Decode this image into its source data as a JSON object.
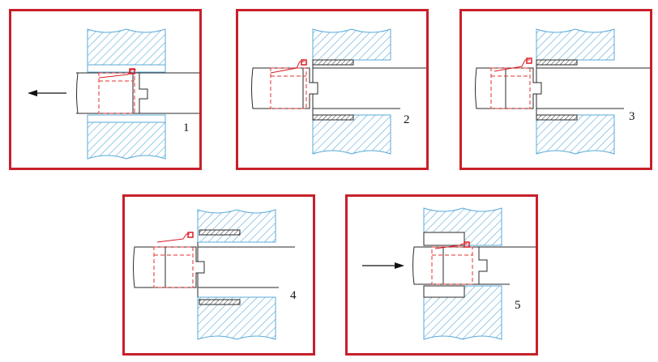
{
  "panels": [
    {
      "label": "1",
      "arrow": "left"
    },
    {
      "label": "2",
      "arrow": "none"
    },
    {
      "label": "3",
      "arrow": "none"
    },
    {
      "label": "4",
      "arrow": "none"
    },
    {
      "label": "5",
      "arrow": "right"
    }
  ],
  "colors": {
    "frame": "#c8202a",
    "hatch": "#5aaad8",
    "hatch_fill": "#eaf4fb",
    "outline": "#2a2a2a",
    "hidden_line": "#e0302e",
    "tool": "#d81e25"
  }
}
